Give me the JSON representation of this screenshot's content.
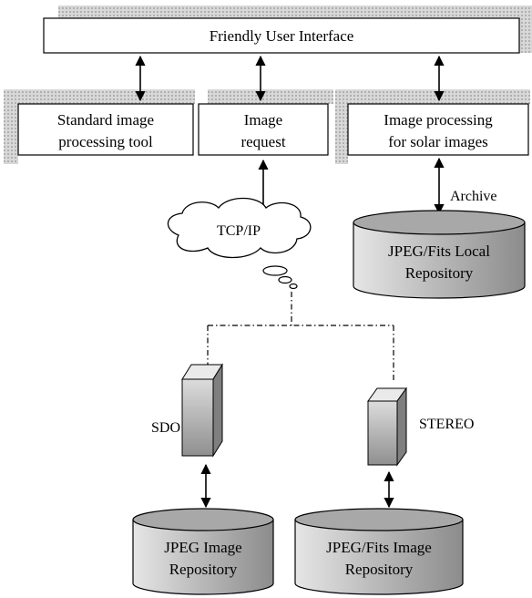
{
  "top_interface": {
    "label": "Friendly User Interface"
  },
  "modules": {
    "standard_tool": {
      "line1": "Standard image",
      "line2": "processing tool"
    },
    "image_request": {
      "line1": "Image",
      "line2": "request"
    },
    "solar_processing": {
      "line1": "Image processing",
      "line2": "for solar images"
    }
  },
  "network": {
    "label": "TCP/IP"
  },
  "archive_label": "Archive",
  "local_repository": {
    "line1": "JPEG/Fits Local",
    "line2": "Repository"
  },
  "servers": {
    "sdo": {
      "label": "SDO"
    },
    "stereo": {
      "label": "STEREO"
    }
  },
  "remote_repositories": {
    "sdo_repo": {
      "line1": "JPEG Image",
      "line2": "Repository"
    },
    "stereo_repo": {
      "line1": "JPEG/Fits Image",
      "line2": "Repository"
    }
  }
}
